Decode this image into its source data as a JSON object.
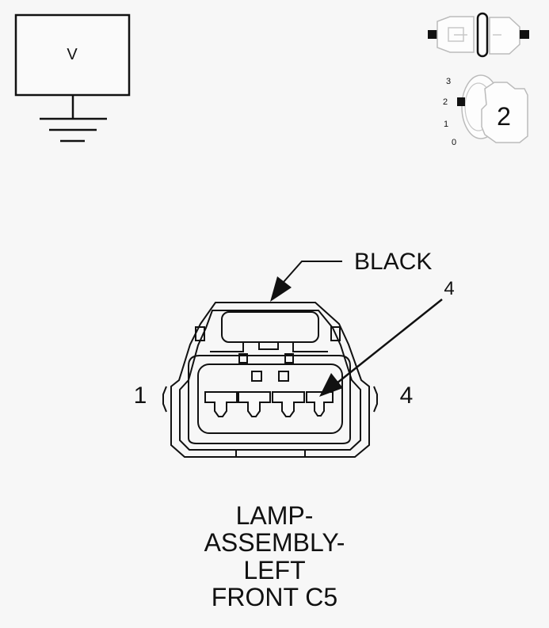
{
  "meter": {
    "label": "V"
  },
  "key_switch": {
    "positions": [
      "3",
      "2",
      "1",
      "0"
    ],
    "selected": "2"
  },
  "connector": {
    "color_label": "BLACK",
    "pin_pointer_label": "4",
    "left_pin_label": "1",
    "right_pin_label": "4"
  },
  "caption": {
    "line1": "LAMP-",
    "line2": "ASSEMBLY-",
    "line3": "LEFT",
    "line4": "FRONT C5"
  }
}
